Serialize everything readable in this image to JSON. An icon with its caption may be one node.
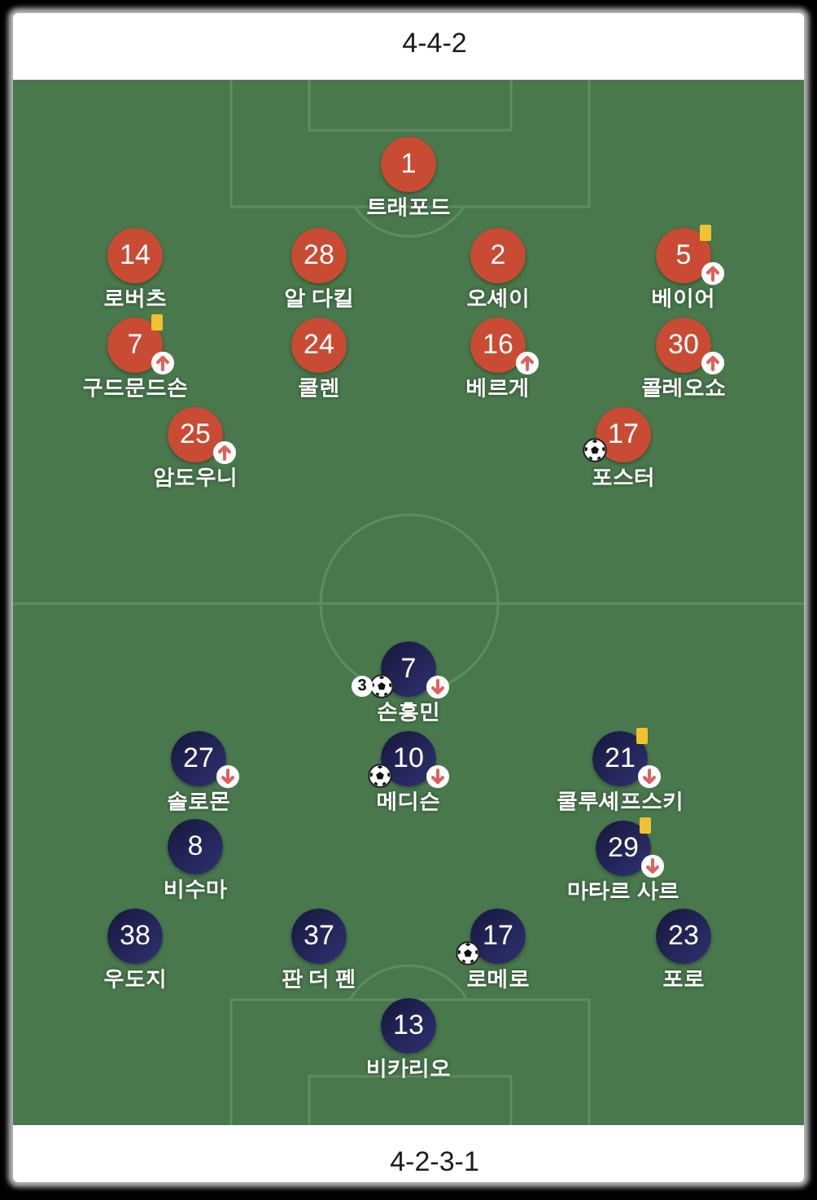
{
  "diagram": {
    "nodes": [
      {
        "text": [
          "1",
          "트래포드"
        ]
      },
      {
        "text": [
          "14",
          "로버츠"
        ]
      },
      {
        "text": [
          "28",
          "알 다킬"
        ]
      },
      {
        "text": [
          "2",
          "오셰이"
        ]
      },
      {
        "text": [
          "5",
          "베이어"
        ]
      },
      {
        "text": [
          "7",
          "구드문드손"
        ]
      },
      {
        "text": [
          "24",
          "쿨렌"
        ]
      },
      {
        "text": [
          "16",
          "베르게"
        ]
      },
      {
        "text": [
          "30",
          "콜레오쇼"
        ]
      },
      {
        "text": [
          "25",
          "암도우니"
        ]
      },
      {
        "text": [
          "17",
          "포스터"
        ]
      },
      {
        "text": [
          "7",
          "손흥민",
          "3"
        ]
      },
      {
        "text": [
          "27",
          "솔로몬"
        ]
      },
      {
        "text": [
          "10",
          "메디슨"
        ]
      },
      {
        "text": [
          "21",
          "쿨루셰프스키"
        ]
      },
      {
        "text": [
          "8",
          "비수마"
        ]
      },
      {
        "text": [
          "29",
          "마타르 사르"
        ]
      },
      {
        "text": [
          "38",
          "우도지"
        ]
      },
      {
        "text": [
          "37",
          "판 더 펜"
        ]
      },
      {
        "text": [
          "17",
          "로메로"
        ]
      },
      {
        "text": [
          "23",
          "포로"
        ]
      },
      {
        "text": [
          "13",
          "비카리오"
        ]
      }
    ],
    "labels": [
      "4-4-2",
      "4-2-3-1"
    ]
  }
}
